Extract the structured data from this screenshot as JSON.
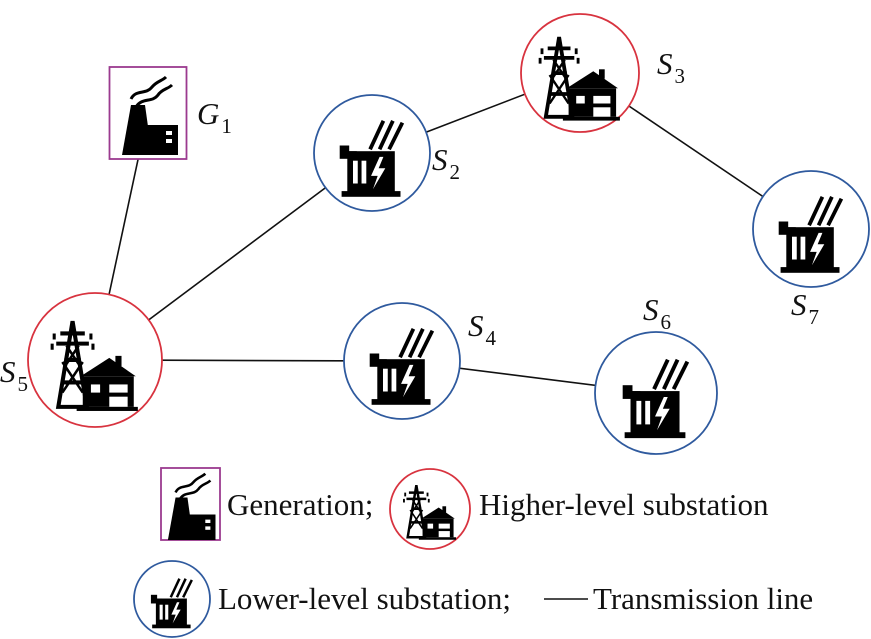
{
  "colors": {
    "generation_border": "#9b3a8f",
    "higher_level_border": "#d8333f",
    "lower_level_border": "#2f5a9e",
    "line": "#111111",
    "icon": "#000000"
  },
  "nodes": [
    {
      "id": "G1",
      "letter": "G",
      "index": "1",
      "kind": "generation",
      "icon": "power-plant-icon"
    },
    {
      "id": "S2",
      "letter": "S",
      "index": "2",
      "kind": "lower",
      "icon": "transformer-icon"
    },
    {
      "id": "S3",
      "letter": "S",
      "index": "3",
      "kind": "higher",
      "icon": "pylon-house-icon"
    },
    {
      "id": "S4",
      "letter": "S",
      "index": "4",
      "kind": "lower",
      "icon": "transformer-icon"
    },
    {
      "id": "S5",
      "letter": "S",
      "index": "5",
      "kind": "higher",
      "icon": "pylon-house-icon"
    },
    {
      "id": "S6",
      "letter": "S",
      "index": "6",
      "kind": "lower",
      "icon": "transformer-icon"
    },
    {
      "id": "S7",
      "letter": "S",
      "index": "7",
      "kind": "lower",
      "icon": "transformer-icon"
    }
  ],
  "edges": [
    [
      "G1",
      "S5"
    ],
    [
      "S5",
      "S2"
    ],
    [
      "S2",
      "S3"
    ],
    [
      "S3",
      "S7"
    ],
    [
      "S5",
      "S4"
    ],
    [
      "S4",
      "S6"
    ]
  ],
  "legend": {
    "generation": "Generation;",
    "higher_level": "Higher-level substation",
    "lower_level": "Lower-level substation;",
    "transmission_line": "Transmission line"
  }
}
